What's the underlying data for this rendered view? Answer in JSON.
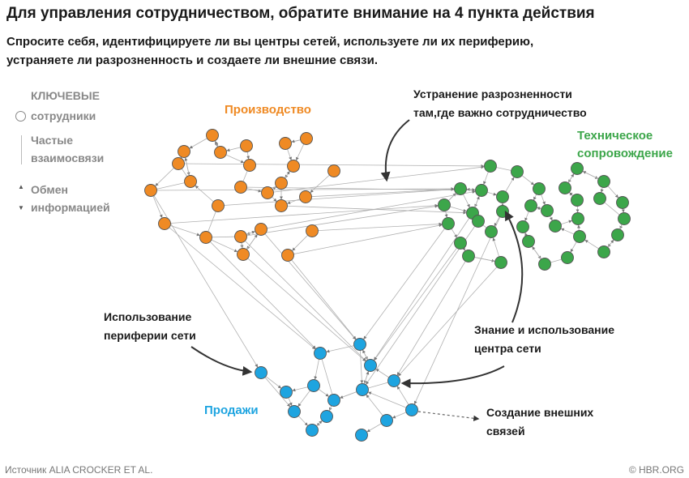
{
  "title": "Для управления сотрудничеством, обратите внимание на 4 пункта действия",
  "subtitle_lines": [
    "Спросите себя, идентифицируете ли вы центры сетей, используете ли их периферию,",
    "устраняете ли разрозненность и создаете ли внешние связи."
  ],
  "legend": {
    "heading": "КЛЮЧЕВЫЕ",
    "nodes_label": "сотрудники",
    "ties_label": [
      "Частые",
      "взаимосвязи"
    ],
    "info_label": [
      "Обмен",
      "информацией"
    ]
  },
  "groups": {
    "production": {
      "label": "Производство",
      "color": "#ef8a24"
    },
    "technical": {
      "label_lines": [
        "Техническое",
        "сопровождение"
      ],
      "color": "#3ca64a"
    },
    "sales": {
      "label": "Продажи",
      "color": "#1ea4e0"
    }
  },
  "callouts": {
    "silos": [
      "Устранение разрозненности",
      "там,где важно сотрудничество"
    ],
    "periphery": [
      "Использование",
      "периферии сети"
    ],
    "center": [
      "Знание и использование",
      "центра сети"
    ],
    "external": [
      "Создание внешних",
      "связей"
    ]
  },
  "footer": {
    "source_prefix": "Источник",
    "source": "ALIA CROCKER ET AL.",
    "credit": "© HBR.ORG"
  }
}
